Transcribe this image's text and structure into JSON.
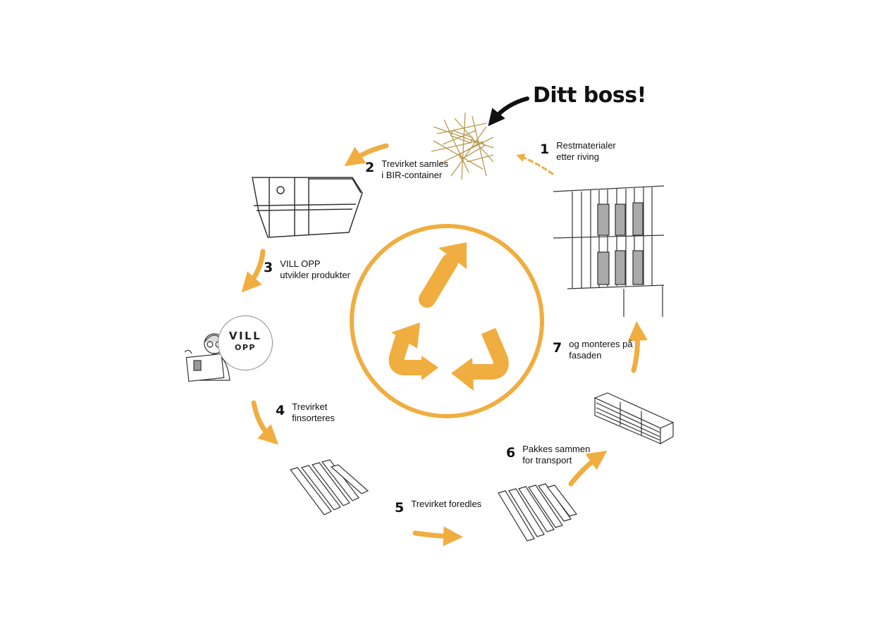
{
  "headline": "Ditt boss!",
  "accent_color": "#f0ad40",
  "steps": [
    {
      "num": "1",
      "line1": "Restmaterialer",
      "line2": "etter riving"
    },
    {
      "num": "2",
      "line1": "Trevirket samles",
      "line2": "i BIR-container"
    },
    {
      "num": "3",
      "line1": "VILL OPP",
      "line2": "utvikler produkter"
    },
    {
      "num": "4",
      "line1": "Trevirket",
      "line2": "finsorteres"
    },
    {
      "num": "5",
      "line1": "Trevirket foredles",
      "line2": ""
    },
    {
      "num": "6",
      "line1": "Pakkes sammen",
      "line2": "for transport"
    },
    {
      "num": "7",
      "line1": "og monteres på",
      "line2": "fasaden"
    }
  ],
  "vill_opp_badge": {
    "line1": "VILL",
    "line2": "OPP"
  },
  "icons": [
    "recycle-icon",
    "wood-debris-icon",
    "container-icon",
    "designer-icon",
    "boards-icon",
    "planks-icon",
    "stacked-boards-icon",
    "facade-building-icon"
  ]
}
